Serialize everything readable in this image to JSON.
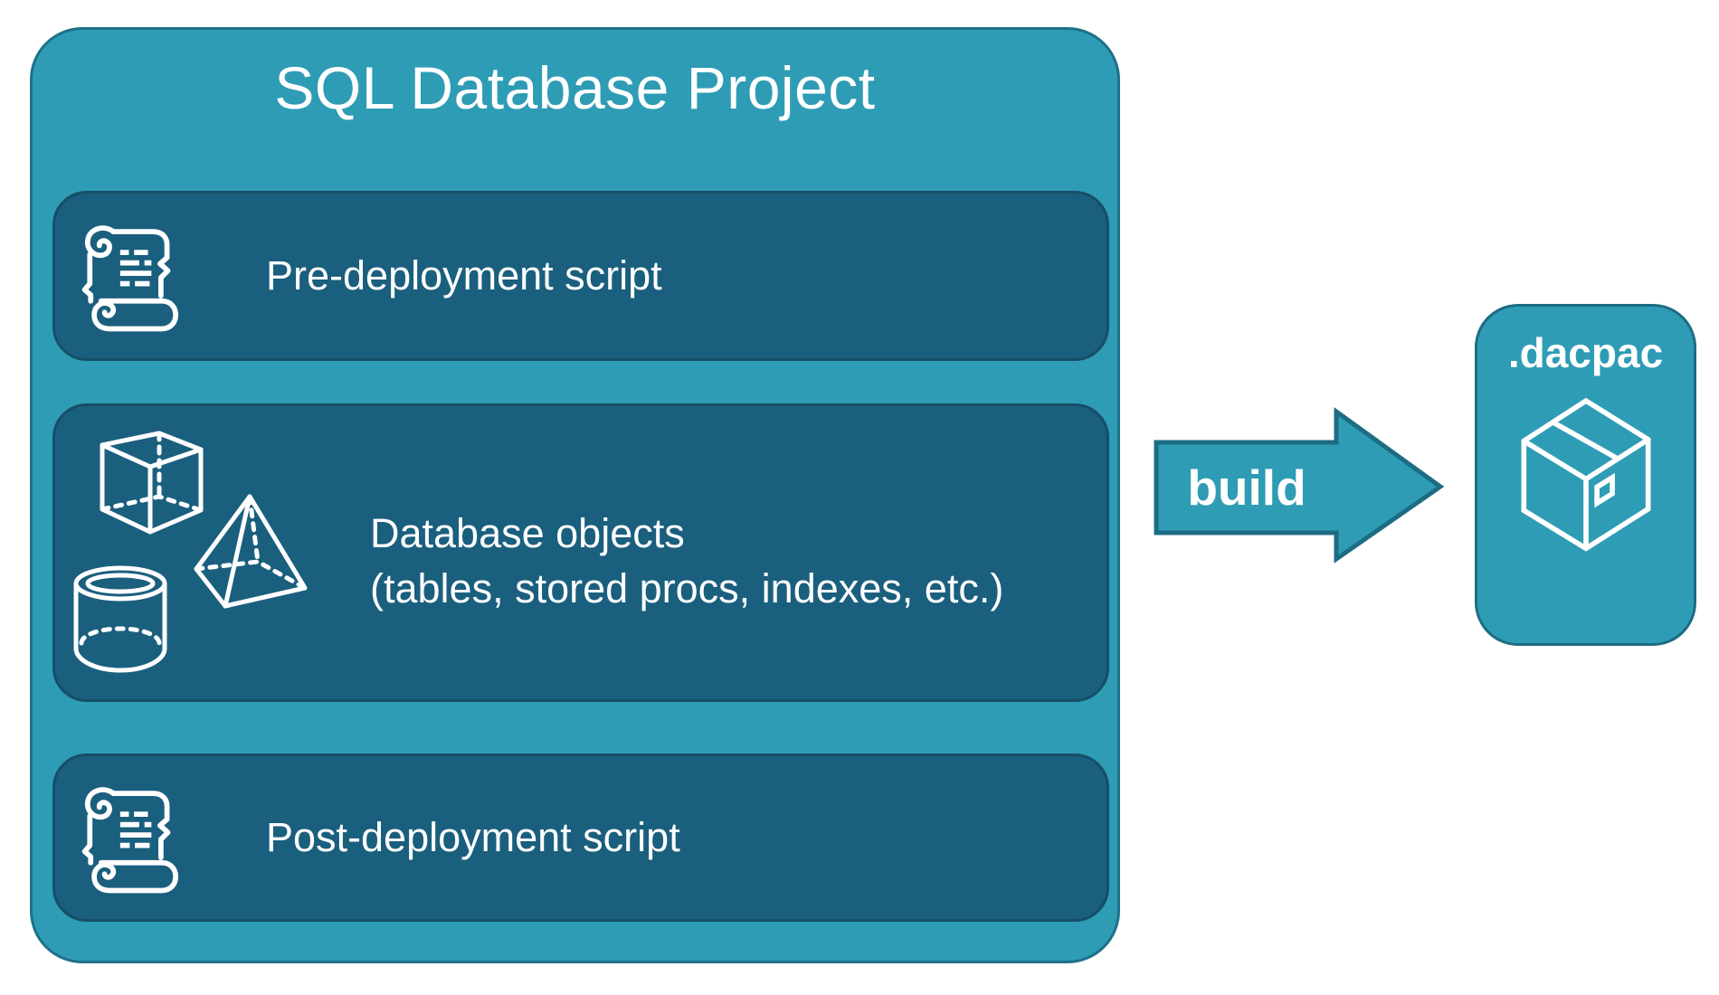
{
  "colors": {
    "background": "#FFFFFF",
    "teal": "#2E9CB5",
    "teal_border": "#1E7189",
    "panel": "#1A5F7E",
    "panel_border": "#164E68",
    "arrow_border": "#1D6C83",
    "text": "#FFFFFF"
  },
  "project": {
    "title": "SQL Database Project",
    "pre_script": {
      "icon": "scroll-icon",
      "label": "Pre-deployment script"
    },
    "objects": {
      "icons": [
        "cube-icon",
        "pyramid-icon",
        "cylinder-icon"
      ],
      "label_line1": "Database objects",
      "label_line2": "(tables, stored procs, indexes, etc.)"
    },
    "post_script": {
      "icon": "scroll-icon",
      "label": "Post-deployment script"
    }
  },
  "build_arrow": {
    "label": "build"
  },
  "dacpac": {
    "title": ".dacpac",
    "icon": "package-icon"
  }
}
